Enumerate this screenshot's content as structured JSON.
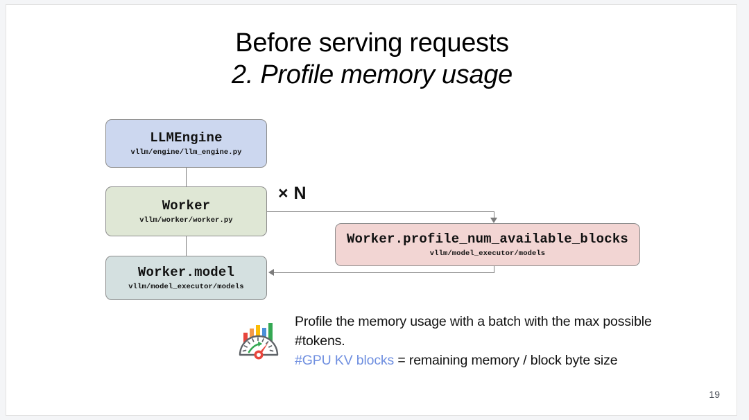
{
  "slide": {
    "title_line1": "Before serving requests",
    "title_line2": "2. Profile memory usage",
    "page_number": "19"
  },
  "diagram": {
    "multiplicity_label": "× N",
    "nodes": [
      {
        "id": "llmengine",
        "title": "LLMEngine",
        "subtitle": "vllm/engine/llm_engine.py",
        "color": "#ccd7ef"
      },
      {
        "id": "worker",
        "title": "Worker",
        "subtitle": "vllm/worker/worker.py",
        "color": "#dfe7d5"
      },
      {
        "id": "worker-model",
        "title": "Worker.model",
        "subtitle": "vllm/model_executor/models",
        "color": "#d4e0e0"
      },
      {
        "id": "profile-num-available-blocks",
        "title": "Worker.profile_num_available_blocks",
        "subtitle": "vllm/model_executor/models",
        "color": "#f2d5d3"
      }
    ],
    "edge_color": "#7c7c7c"
  },
  "caption": {
    "icon_name": "performance-gauge-icon",
    "line1": "Profile the memory usage with a batch with the max",
    "line2": "possible #tokens.",
    "highlight": "#GPU KV blocks",
    "highlight_color": "#6f8fe0",
    "line3_rest": " = remaining memory / block byte size"
  }
}
